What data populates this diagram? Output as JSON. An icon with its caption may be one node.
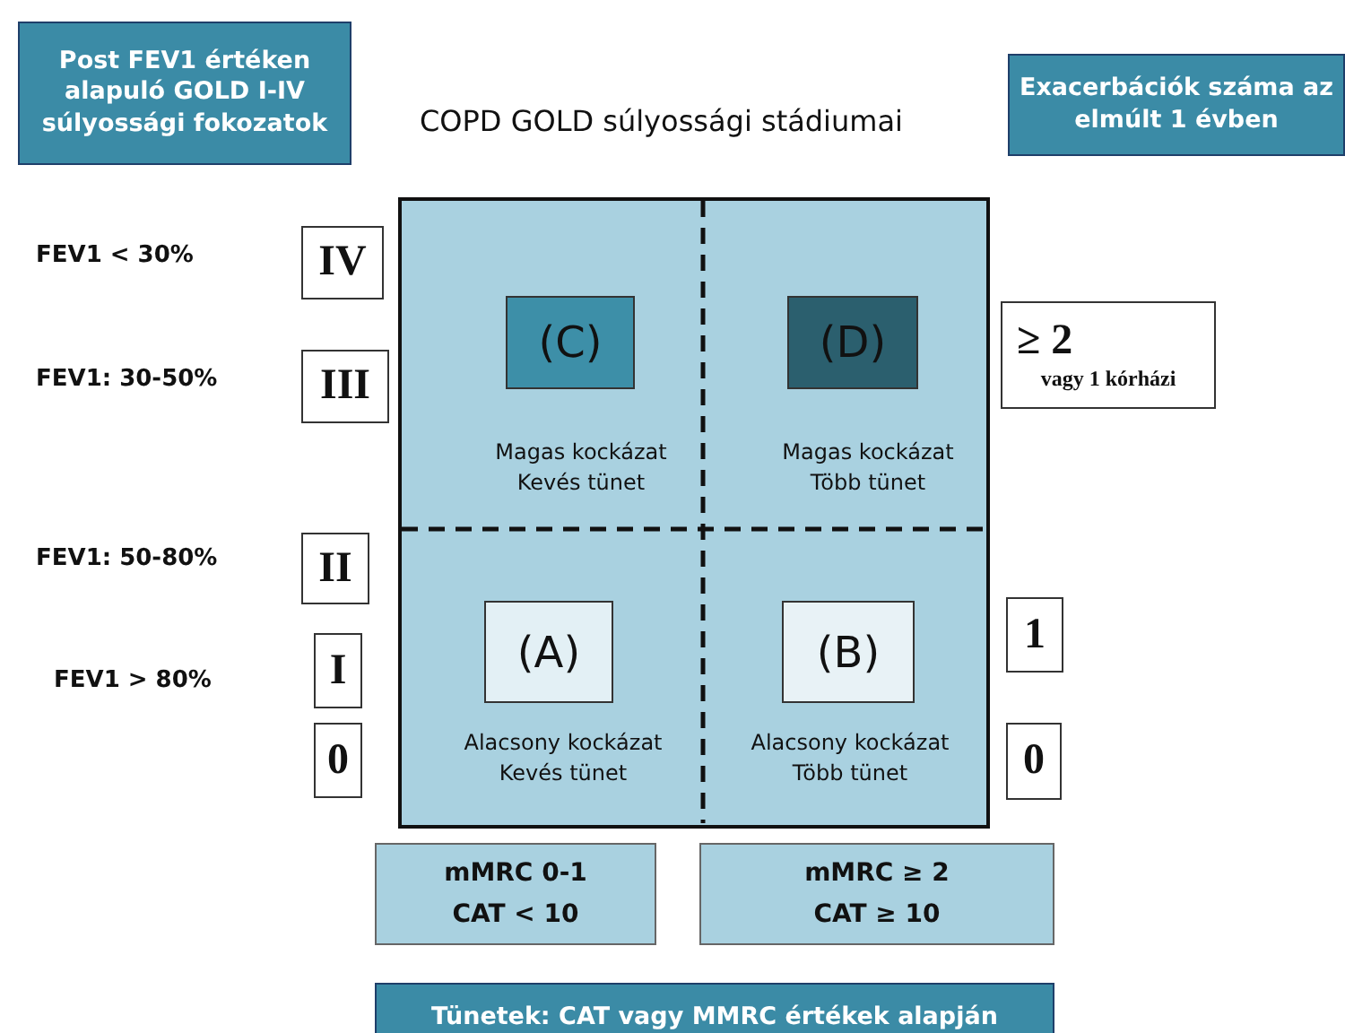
{
  "diagram": {
    "title": "COPD GOLD súlyossági stádiumai",
    "nodes": [
      {
        "text": [
          "Post FEV1 értéken alapuló GOLD I-IV súlyossági fokozatok"
        ]
      },
      {
        "text": [
          "Exacerbációk száma az elmúlt 1 évben"
        ]
      },
      {
        "text": [],
        "shape": "box"
      },
      {
        "text": [
          "(C)"
        ],
        "in": 2,
        "beside": [
          "Magas kockázat Kevés tünet"
        ]
      },
      {
        "text": [
          "(D)"
        ],
        "in": 2,
        "beside": [
          "Magas kockázat Több tünet"
        ]
      },
      {
        "text": [
          "(A)"
        ],
        "in": 2,
        "beside": [
          "Alacsony kockázat Kevés tünet"
        ]
      },
      {
        "text": [
          "(B)"
        ],
        "in": 2,
        "beside": [
          "Alacsony kockázat Több tünet"
        ]
      },
      {
        "text": [
          "IV"
        ]
      },
      {
        "text": [
          "III"
        ]
      },
      {
        "text": [
          "II"
        ]
      },
      {
        "text": [
          "I"
        ]
      },
      {
        "text": [
          "0"
        ]
      },
      {
        "text": [
          "≥ 2",
          "vagy 1 kórházi"
        ]
      },
      {
        "text": [
          "1"
        ]
      },
      {
        "text": [
          "0"
        ]
      },
      {
        "text": [
          "mMRC 0-1",
          "CAT < 10"
        ]
      },
      {
        "text": [
          "mMRC ≥ 2",
          "CAT ≥ 10"
        ]
      },
      {
        "text": [
          "Tünetek: CAT vagy MMRC értékek alapján"
        ]
      }
    ],
    "labels": [
      "FEV1 < 30%",
      "FEV1: 30-50%",
      "FEV1: 50-80%",
      "FEV1 > 80%"
    ]
  }
}
